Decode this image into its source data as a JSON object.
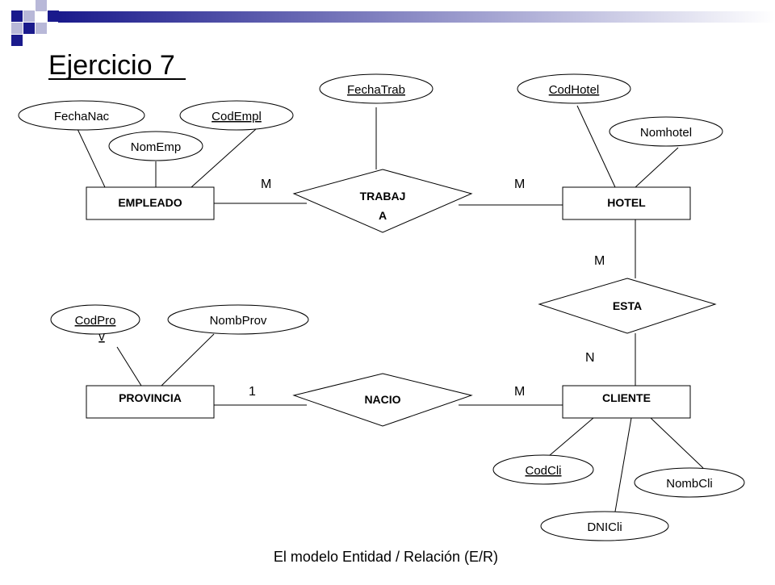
{
  "slide": {
    "title": "Ejercicio 7",
    "footer": "El modelo Entidad / Relación (E/R)"
  },
  "diagram": {
    "entities": {
      "empleado": "EMPLEADO",
      "hotel": "HOTEL",
      "provincia": "PROVINCIA",
      "cliente": "CLIENTE"
    },
    "relations": {
      "trabaja_line1": "TRABAJ",
      "trabaja_line2": "A",
      "esta": "ESTA",
      "nacio": "NACIO"
    },
    "attributes": {
      "fechanac": "FechaNac",
      "codempl": "CodEmpl",
      "nomemp": "NomEmp",
      "fechatrab": "FechaTrab",
      "codhotel": "CodHotel",
      "nomhotel": "Nomhotel",
      "codprov_line1": "CodPro",
      "codprov_line2": "v",
      "nombprov": "NombProv",
      "codcli": "CodCli",
      "nombcli": "NombCli",
      "dnicli": "DNICli"
    },
    "cardinalities": {
      "trabaja_empleado": "M",
      "trabaja_hotel": "M",
      "esta_hotel": "M",
      "esta_cliente": "N",
      "nacio_provincia": "1",
      "nacio_cliente": "M"
    },
    "colors": {
      "deco_dark": "#1a1a8c",
      "deco_light": "#b8b8d8",
      "bar_start": "#1a1a8c",
      "bar_end": "#ffffff"
    }
  }
}
